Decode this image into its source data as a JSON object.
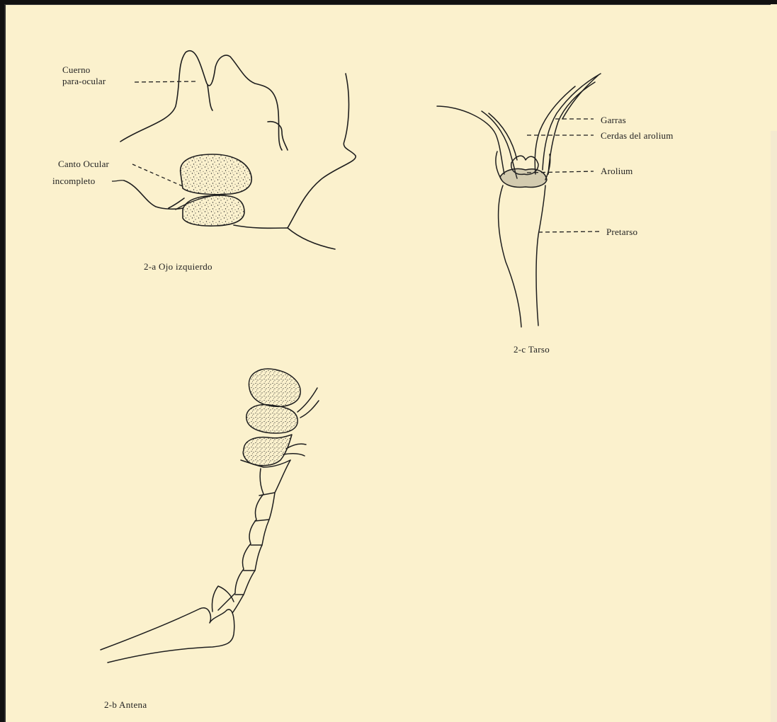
{
  "panels": {
    "eye": {
      "caption": "2-a Ojo izquierdo",
      "labels": {
        "cuerno_line1": "Cuerno",
        "cuerno_line2": "para-ocular",
        "canto_line1": "Canto Ocular",
        "canto_line2": "incompleto"
      }
    },
    "antenna": {
      "caption": "2-b Antena"
    },
    "tarsus": {
      "caption": "2-c Tarso",
      "labels": {
        "garras": "Garras",
        "cerdas": "Cerdas del arolium",
        "arolium": "Arolium",
        "pretarso": "Pretarso"
      }
    }
  }
}
